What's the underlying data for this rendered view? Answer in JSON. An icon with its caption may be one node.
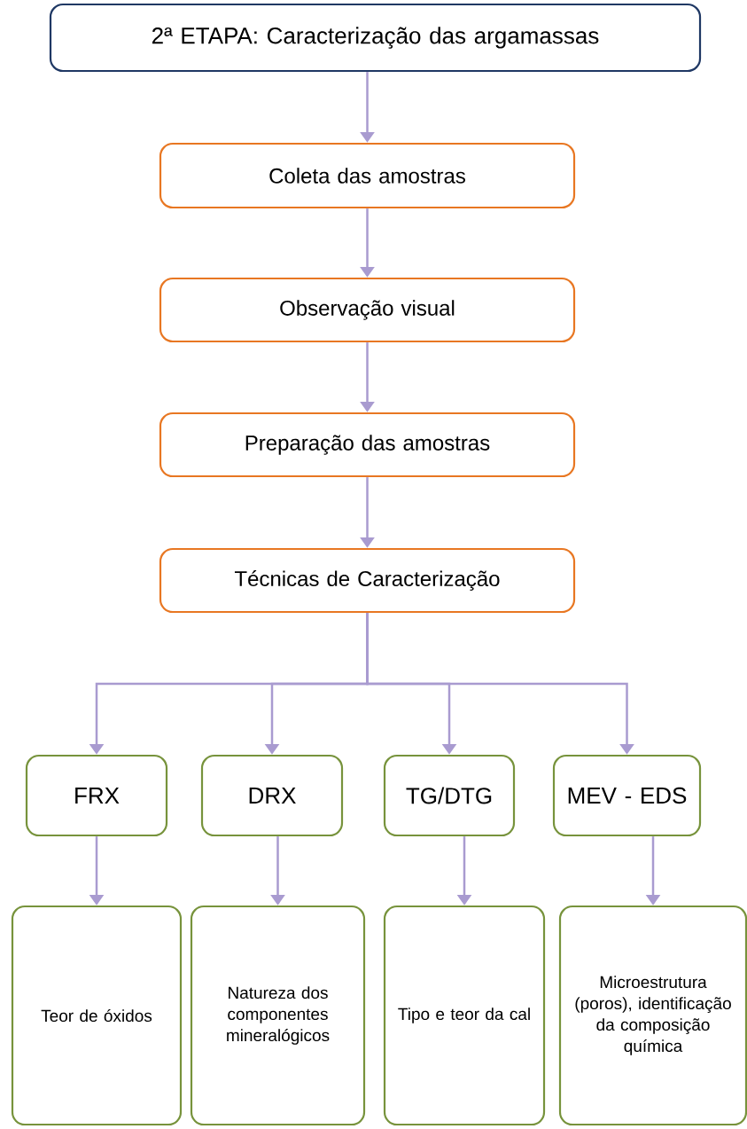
{
  "diagram": {
    "nodes": [
      {
        "text": [
          "2ª ETAPA: Caracterização das argamassas"
        ]
      },
      {
        "text": [
          "Coleta das amostras"
        ]
      },
      {
        "text": [
          "Observação visual"
        ]
      },
      {
        "text": [
          "Preparação das amostras"
        ]
      },
      {
        "text": [
          "Técnicas de Caracterização"
        ]
      },
      {
        "text": [
          "FRX"
        ]
      },
      {
        "text": [
          "DRX"
        ]
      },
      {
        "text": [
          "TG/DTG"
        ]
      },
      {
        "text": [
          "MEV - EDS"
        ]
      },
      {
        "text": [
          "Teor de óxidos"
        ]
      },
      {
        "text": [
          "Natureza dos componentes mineralógicos"
        ]
      },
      {
        "text": [
          "Tipo e teor da cal"
        ]
      },
      {
        "text": [
          "Microestrutura (poros), identificação da composição química"
        ]
      }
    ],
    "edges": [
      {
        "from": 0,
        "to": 1,
        "arrow": "to"
      },
      {
        "from": 1,
        "to": 2,
        "arrow": "to"
      },
      {
        "from": 2,
        "to": 3,
        "arrow": "to"
      },
      {
        "from": 3,
        "to": 4,
        "arrow": "to"
      },
      {
        "from": 4,
        "to": 5,
        "arrow": "to"
      },
      {
        "from": 4,
        "to": 6,
        "arrow": "to"
      },
      {
        "from": 4,
        "to": 7,
        "arrow": "to"
      },
      {
        "from": 4,
        "to": 8,
        "arrow": "to"
      },
      {
        "from": 5,
        "to": 9,
        "arrow": "to"
      },
      {
        "from": 6,
        "to": 10,
        "arrow": "to"
      },
      {
        "from": 7,
        "to": 11,
        "arrow": "to"
      },
      {
        "from": 8,
        "to": 12,
        "arrow": "to"
      }
    ]
  }
}
